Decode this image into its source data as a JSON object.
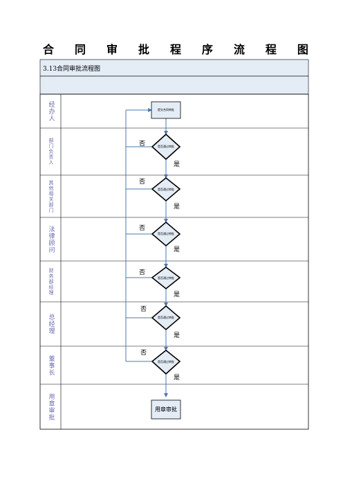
{
  "title_chars": [
    "合",
    "同",
    "审",
    "批",
    "程",
    "序",
    "流",
    "程",
    "图"
  ],
  "table": {
    "subtitle": "3.13合同审批流程图",
    "lanes": [
      "经办人",
      "部门负责人",
      "其他相关部门",
      "法律顾问",
      "财务部经理",
      "总经理",
      "董事长",
      "用章审批"
    ]
  },
  "nodes": {
    "start": "提交合同审批",
    "review": "是否通过审批",
    "end": "用章审批"
  },
  "labels": {
    "no": "否",
    "yes": "是"
  },
  "colors": {
    "header_fill": "#e4ecf6",
    "node_fill": "#e4ecf6",
    "arrow": "#4a78b0",
    "border": "#000000"
  }
}
